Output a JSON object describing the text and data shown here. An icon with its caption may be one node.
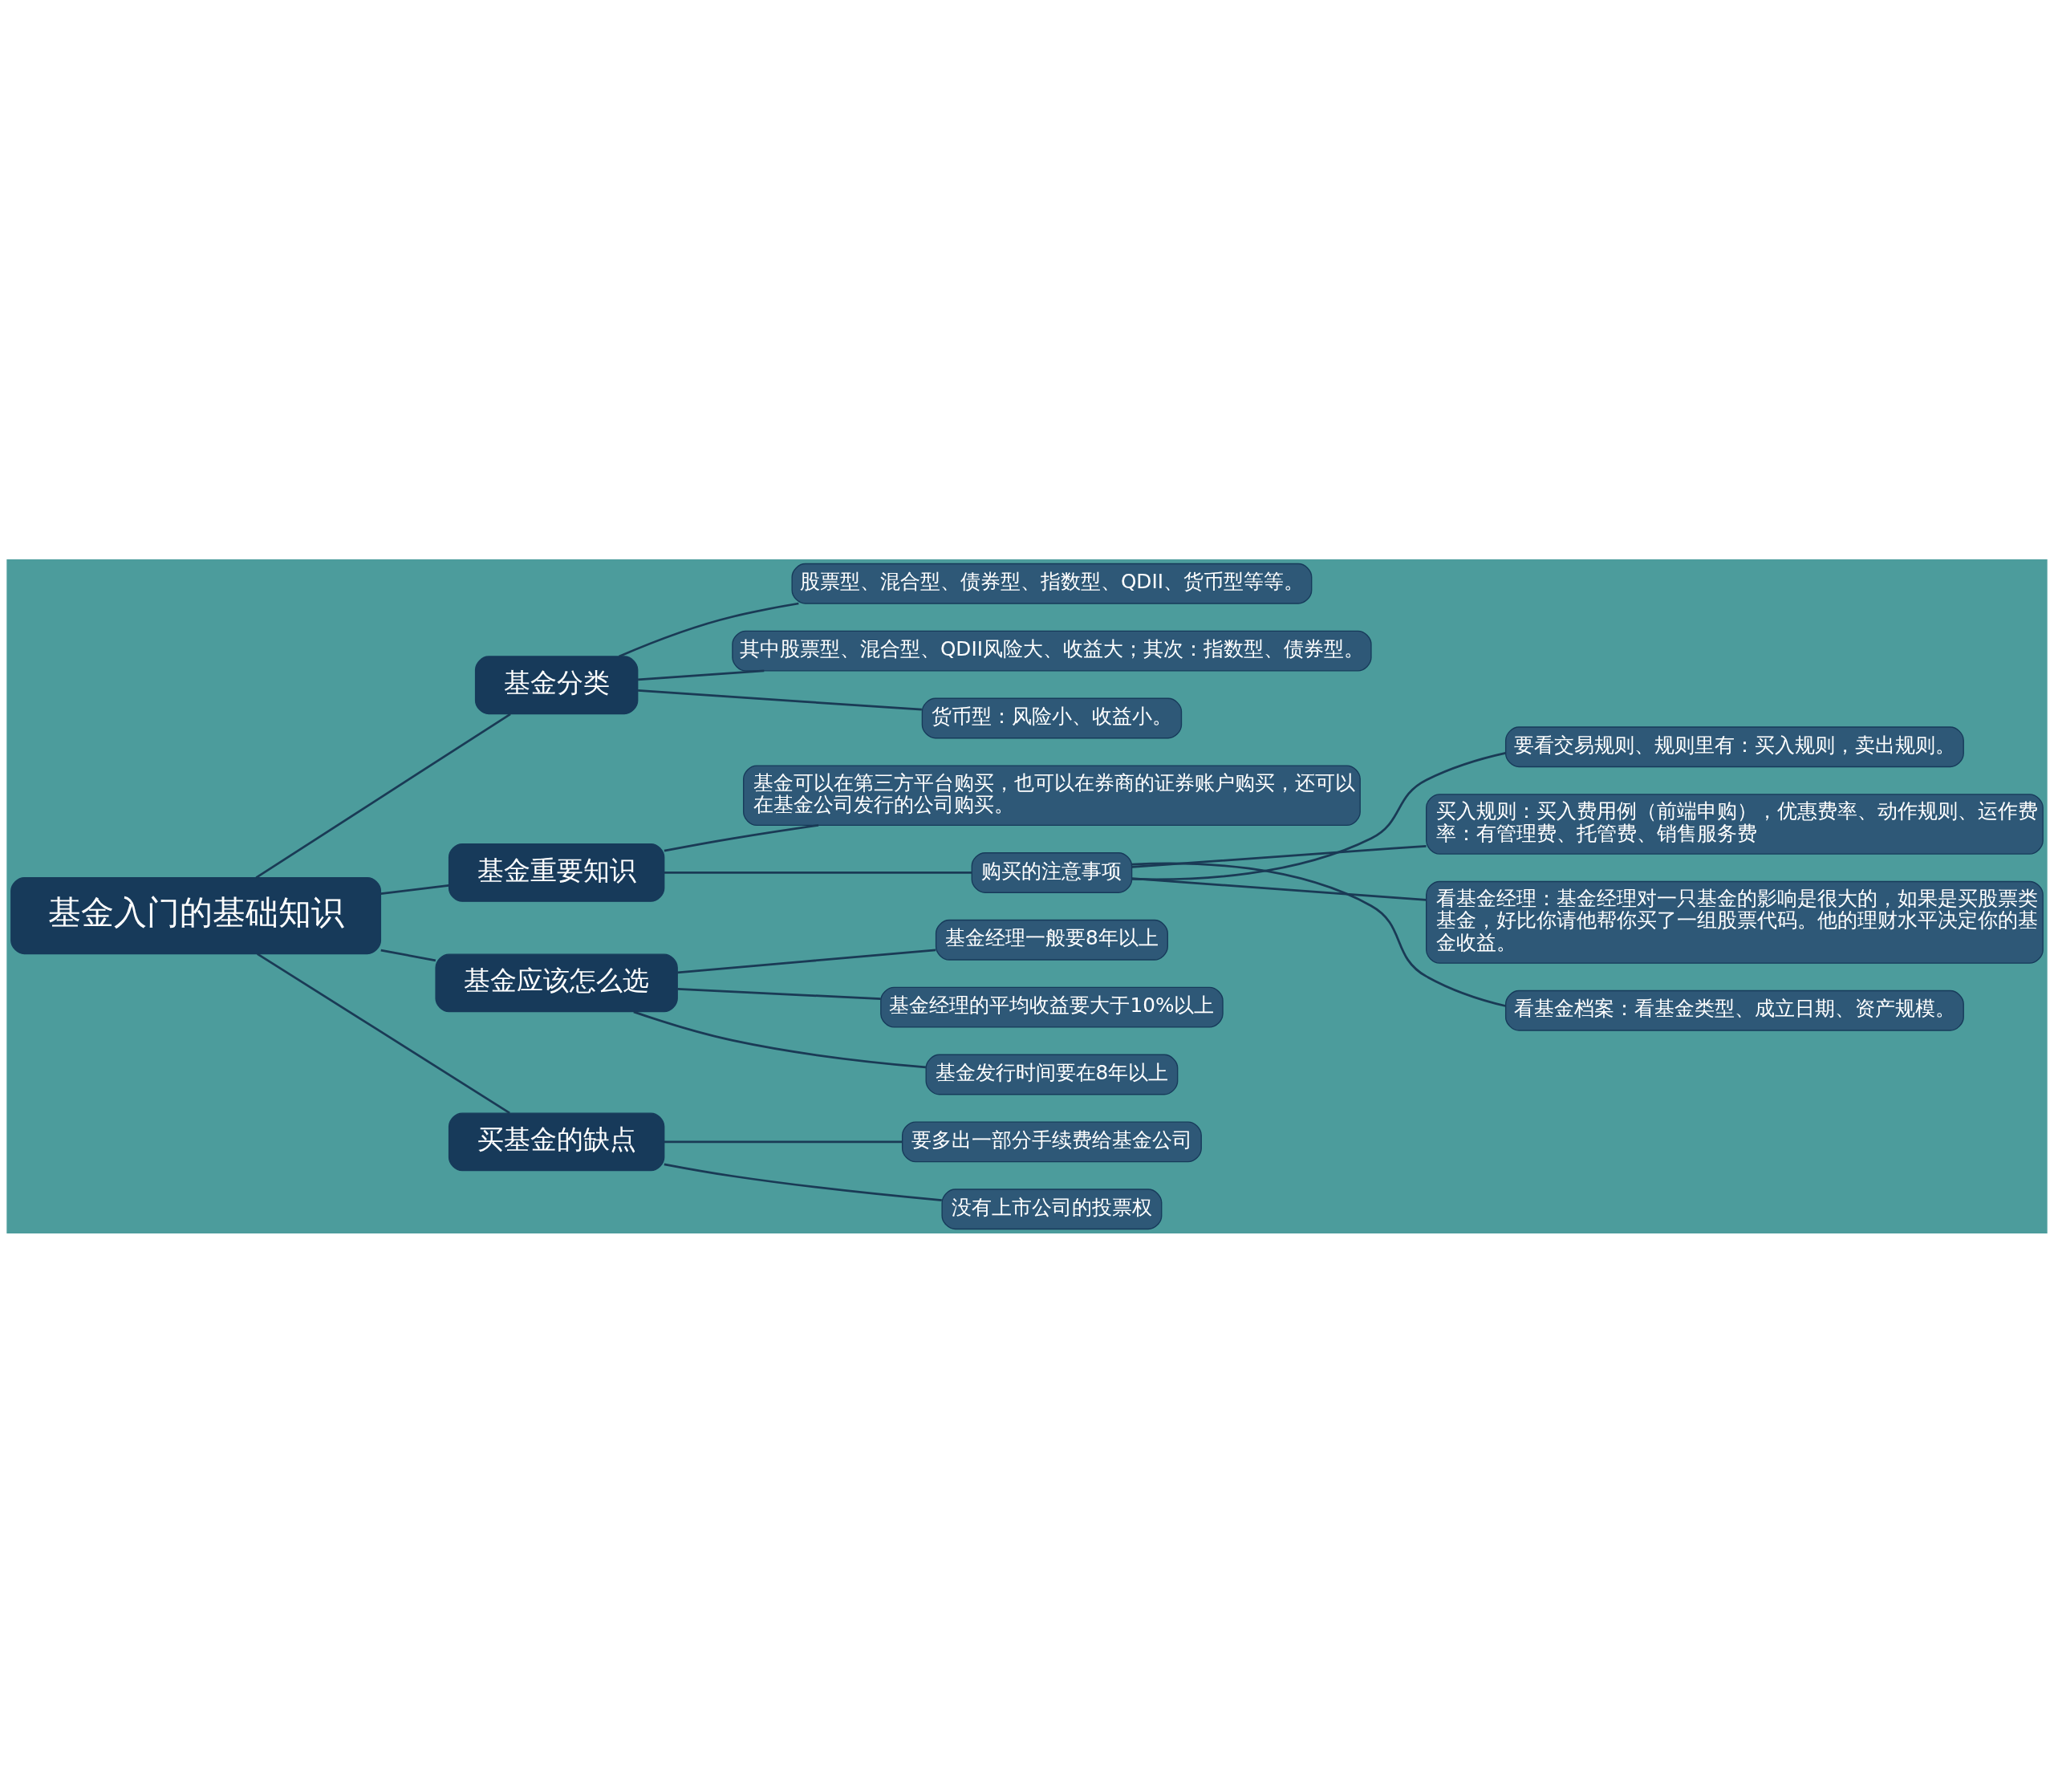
{
  "diagram": {
    "nodes": [
      {
        "text": [
          "基金入门的基础知识"
        ]
      },
      {
        "text": [
          "基金分类"
        ]
      },
      {
        "text": [
          "股票型、混合型、债券型、指数型、QDII、货币型等等。"
        ]
      },
      {
        "text": [
          "其中股票型、混合型、QDII风险大、收益大；其次：指数型、债券型。"
        ]
      },
      {
        "text": [
          "货币型：风险小、收益小。"
        ]
      },
      {
        "text": [
          "基金重要知识"
        ]
      },
      {
        "text": [
          "基金可以在第三方平台购买，也可以在券商的证券账户购买，还可以在基金公司发行的公司购买。"
        ]
      },
      {
        "text": [
          "购买的注意事项"
        ]
      },
      {
        "text": [
          "要看交易规则、规则里有：买入规则，卖出规则。"
        ]
      },
      {
        "text": [
          "买入规则：买入费用例（前端申购），优惠费率、动作规则、运作费率：有管理费、托管费、销售服务费"
        ]
      },
      {
        "text": [
          "看基金经理：基金经理对一只基金的影响是很大的，如果是买股票类基金，好比你请他帮你买了一组股票代码。他的理财水平决定你的基金收益。"
        ]
      },
      {
        "text": [
          "看基金档案：看基金类型、成立日期、资产规模。"
        ]
      },
      {
        "text": [
          "基金应该怎么选"
        ]
      },
      {
        "text": [
          "基金经理一般要8年以上"
        ]
      },
      {
        "text": [
          "基金经理的平均收益要大于10%以上"
        ]
      },
      {
        "text": [
          "基金发行时间要在8年以上"
        ]
      },
      {
        "text": [
          "买基金的缺点"
        ]
      },
      {
        "text": [
          "要多出一部分手续费给基金公司"
        ]
      },
      {
        "text": [
          "没有上市公司的投票权"
        ]
      }
    ],
    "edges": [
      {
        "from": 0,
        "to": 1,
        "arrow": "none"
      },
      {
        "from": 1,
        "to": 2,
        "arrow": "none"
      },
      {
        "from": 1,
        "to": 3,
        "arrow": "none"
      },
      {
        "from": 1,
        "to": 4,
        "arrow": "none"
      },
      {
        "from": 0,
        "to": 5,
        "arrow": "none"
      },
      {
        "from": 5,
        "to": 6,
        "arrow": "none"
      },
      {
        "from": 5,
        "to": 7,
        "arrow": "none"
      },
      {
        "from": 7,
        "to": 8,
        "arrow": "none"
      },
      {
        "from": 7,
        "to": 9,
        "arrow": "none"
      },
      {
        "from": 7,
        "to": 10,
        "arrow": "none"
      },
      {
        "from": 7,
        "to": 11,
        "arrow": "none"
      },
      {
        "from": 0,
        "to": 12,
        "arrow": "none"
      },
      {
        "from": 12,
        "to": 13,
        "arrow": "none"
      },
      {
        "from": 12,
        "to": 14,
        "arrow": "none"
      },
      {
        "from": 12,
        "to": 15,
        "arrow": "none"
      },
      {
        "from": 0,
        "to": 16,
        "arrow": "none"
      },
      {
        "from": 16,
        "to": 17,
        "arrow": "none"
      },
      {
        "from": 16,
        "to": 18,
        "arrow": "none"
      }
    ]
  }
}
